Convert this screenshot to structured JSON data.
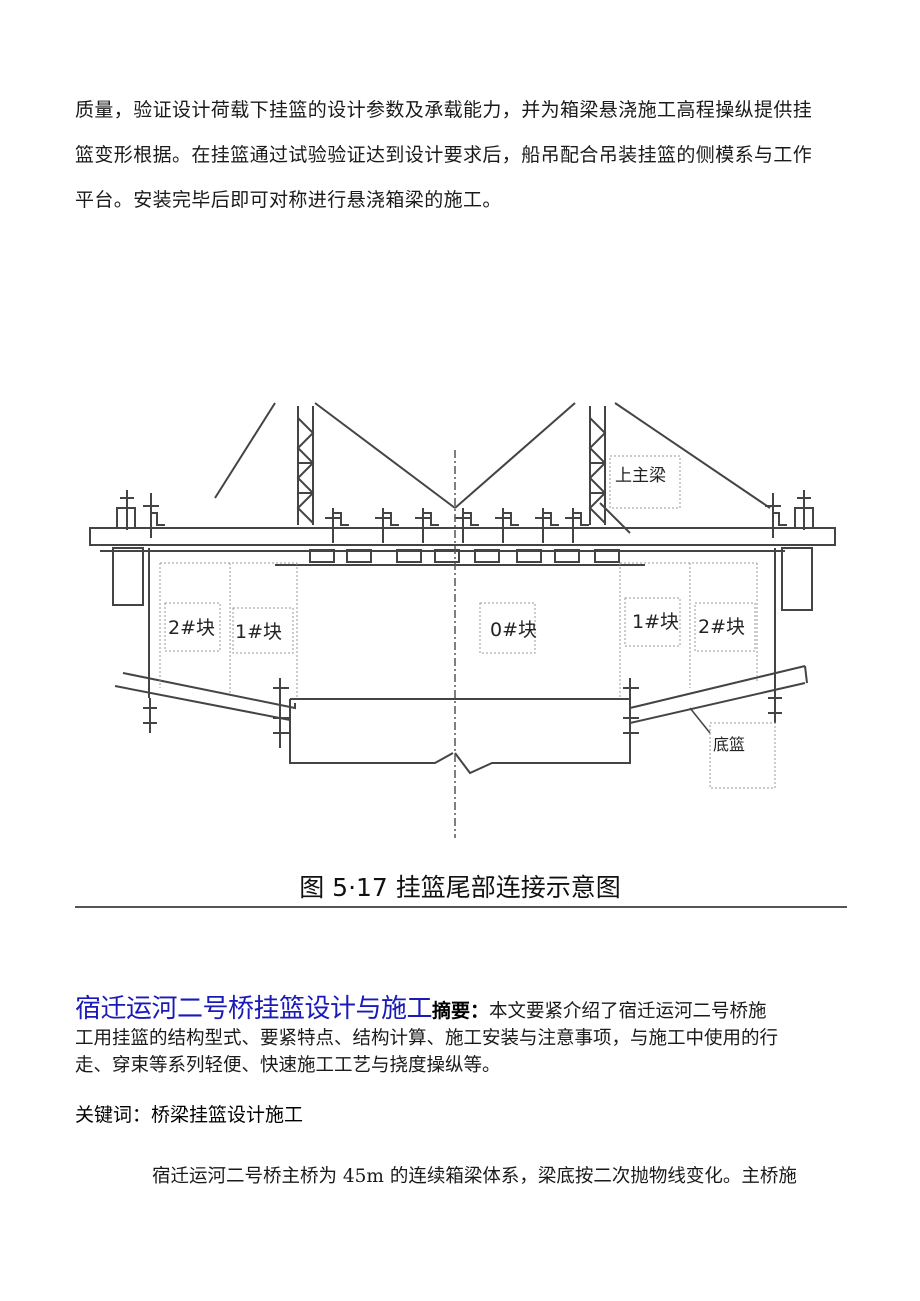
{
  "top_paragraph": {
    "lines": [
      "质量，验证设计荷载下挂篮的设计参数及承载能力，并为箱梁悬浇施工高程操纵提供挂",
      "篮变形根据。在挂篮通过试验验证达到设计要求后，船吊配合吊装挂篮的侧模系与工作",
      "平台。安装完毕后即可对称进行悬浇箱梁的施工。"
    ]
  },
  "figure": {
    "labels": {
      "upper_main_beam": "上主梁",
      "block_2_left": "2#块",
      "block_1_left": "1#块",
      "block_0": "0#块",
      "block_1_right": "1#块",
      "block_2_right": "2#块",
      "bottom_basket": "底篮"
    },
    "caption": "图 5·17 挂篮尾部连接示意图"
  },
  "article": {
    "title": "宿迁运河二号桥挂篮设计与施工",
    "title_color": "#1a1ab8",
    "abstract_label": "摘要：",
    "abstract_first": "本文要紧介绍了宿迁运河二号桥施",
    "abstract_lines": [
      "工用挂篮的结构型式、要紧特点、结构计算、施工安装与注意事项，与施工中使用的行",
      "走、穿束等系列轻便、快速施工工艺与挠度操纵等。"
    ],
    "keywords": "关键词：桥梁挂篮设计施工",
    "body_first_line": "宿迁运河二号桥主桥为 45m 的连续箱梁体系，梁底按二次抛物线变化。主桥施"
  }
}
